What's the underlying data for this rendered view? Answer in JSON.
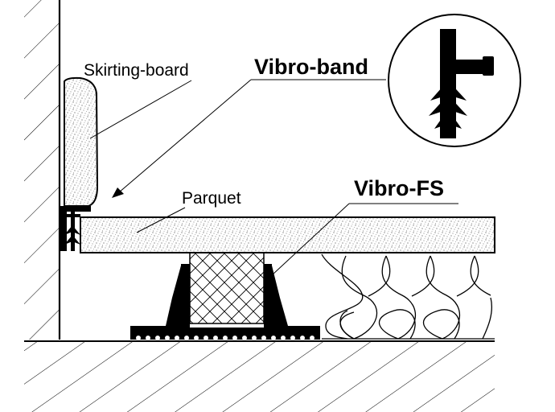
{
  "labels": {
    "skirting_board": "Skirting-board",
    "vibro_band": "Vibro-band",
    "parquet": "Parquet",
    "vibro_fs": "Vibro-FS"
  },
  "colors": {
    "ink": "#000000",
    "paper": "#ffffff",
    "speckle": "#555555"
  }
}
